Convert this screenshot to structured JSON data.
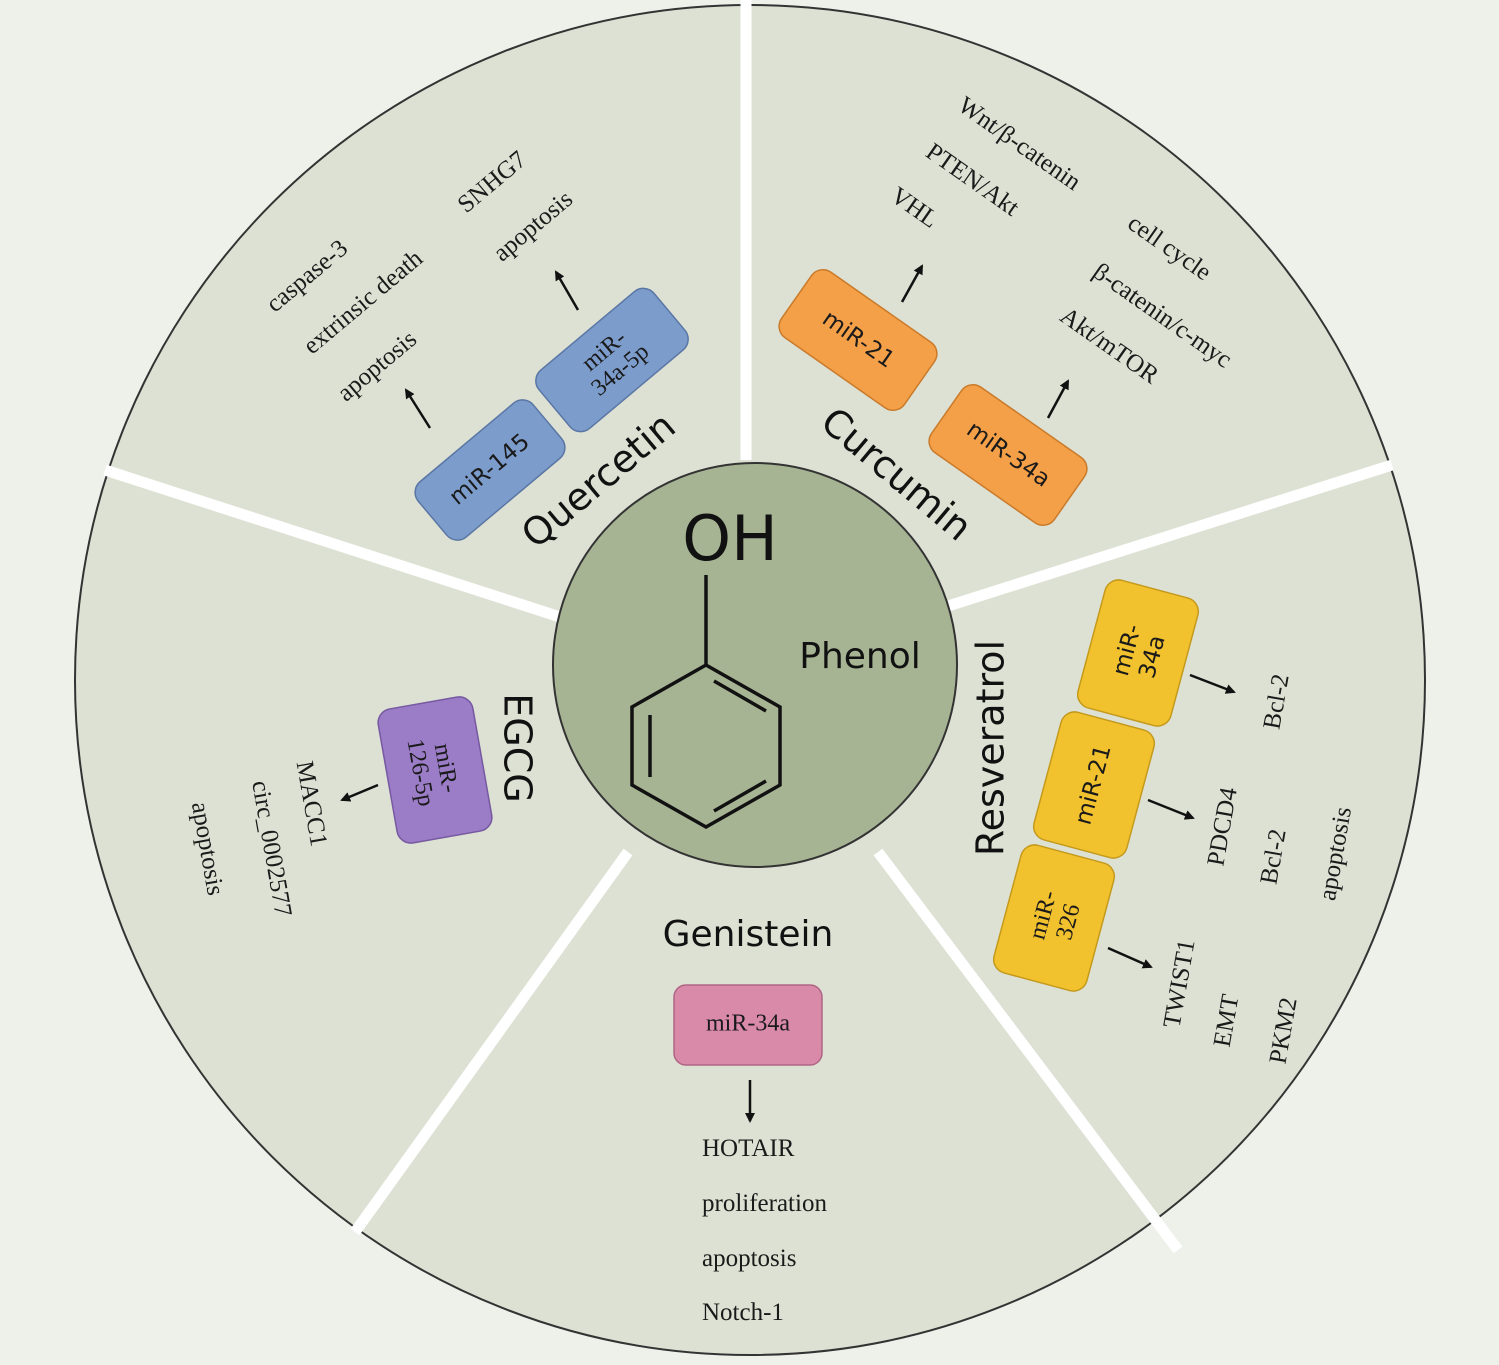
{
  "center": {
    "oh": "OH",
    "label": "Phenol"
  },
  "colors": {
    "quercetin": "#7c9ccc",
    "curcumin": "#f4a048",
    "resveratrol": "#f2c12e",
    "egcg": "#9b7cc6",
    "genistein": "#d98aa8",
    "wedge": "#dde1d3",
    "center": "#a6b494"
  },
  "quercetin": {
    "label": "Quercetin",
    "mir145": "miR-145",
    "mir34a5p": [
      "miR-",
      "34a-5p"
    ],
    "targets145": [
      "caspase-3",
      "extrinsic death",
      "apoptosis"
    ],
    "targets34": [
      "SNHG7",
      "apoptosis"
    ]
  },
  "curcumin": {
    "label": "Curcumin",
    "mir21": "miR-21",
    "mir34a": "miR-34a",
    "targets21": [
      "Wnt/β-catenin",
      "PTEN/Akt",
      "VHL"
    ],
    "targets34": [
      "cell cycle",
      "β-catenin/c-myc",
      "Akt/mTOR"
    ]
  },
  "resveratrol": {
    "label": "Resveratrol",
    "mir34a": [
      "miR-",
      "34a"
    ],
    "mir21": "miR-21",
    "mir326": [
      "miR-",
      "326"
    ],
    "targets34": [
      "Bcl-2"
    ],
    "targets21": [
      "PDCD4",
      "Bcl-2",
      "apoptosis"
    ],
    "targets326": [
      "TWIST1",
      "EMT",
      "PKM2"
    ]
  },
  "egcg": {
    "label": "EGCG",
    "mir": [
      "miR-",
      "126-5p"
    ],
    "targets": [
      "MACC1",
      "circ_0002577",
      "apoptosis"
    ]
  },
  "genistein": {
    "label": "Genistein",
    "mir": "miR-34a",
    "targets": [
      "HOTAIR",
      "proliferation",
      "apoptosis",
      "Notch-1"
    ]
  }
}
